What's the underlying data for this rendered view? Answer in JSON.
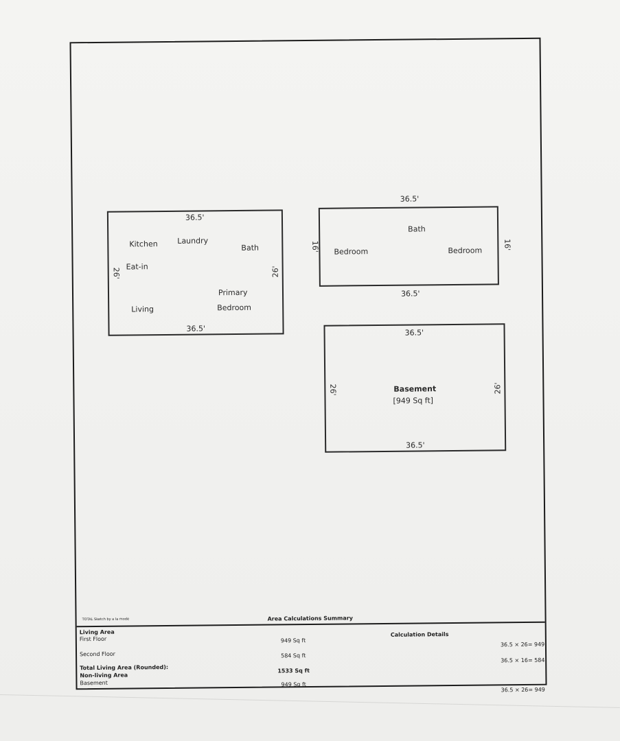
{
  "first_floor": {
    "top_dim": "36.5'",
    "bottom_dim": "36.5'",
    "left_dim": "26'",
    "right_dim": "26'",
    "rooms": [
      "Kitchen",
      "Laundry",
      "Bath",
      "Eat-in",
      "Primary",
      "Bedroom",
      "Living"
    ]
  },
  "second_floor": {
    "top_dim": "36.5'",
    "bottom_dim": "36.5'",
    "left_dim": "16'",
    "right_dim": "16'",
    "rooms": [
      "Bath",
      "Bedroom",
      "Bedroom"
    ]
  },
  "basement": {
    "top_dim": "36.5'",
    "bottom_dim": "36.5'",
    "left_dim": "26'",
    "right_dim": "26'",
    "title": "Basement",
    "area": "[949 Sq ft]"
  },
  "summary": {
    "software_credit": "TOTAL Sketch by a la mode",
    "title": "Area Calculations Summary",
    "details_title": "Calculation Details",
    "living_area_label": "Living Area",
    "first_floor_label": "First Floor",
    "first_floor_value": "949 Sq ft",
    "first_floor_calc": "36.5 × 26= 949",
    "second_floor_label": "Second Floor",
    "second_floor_value": "584 Sq ft",
    "second_floor_calc": "36.5 × 16= 584",
    "total_label": "Total Living Area (Rounded):",
    "total_value": "1533 Sq ft",
    "nonliving_label": "Non-living Area",
    "basement_label": "Basement",
    "basement_value": "949 Sq ft",
    "basement_calc": "36.5 × 26= 949"
  }
}
